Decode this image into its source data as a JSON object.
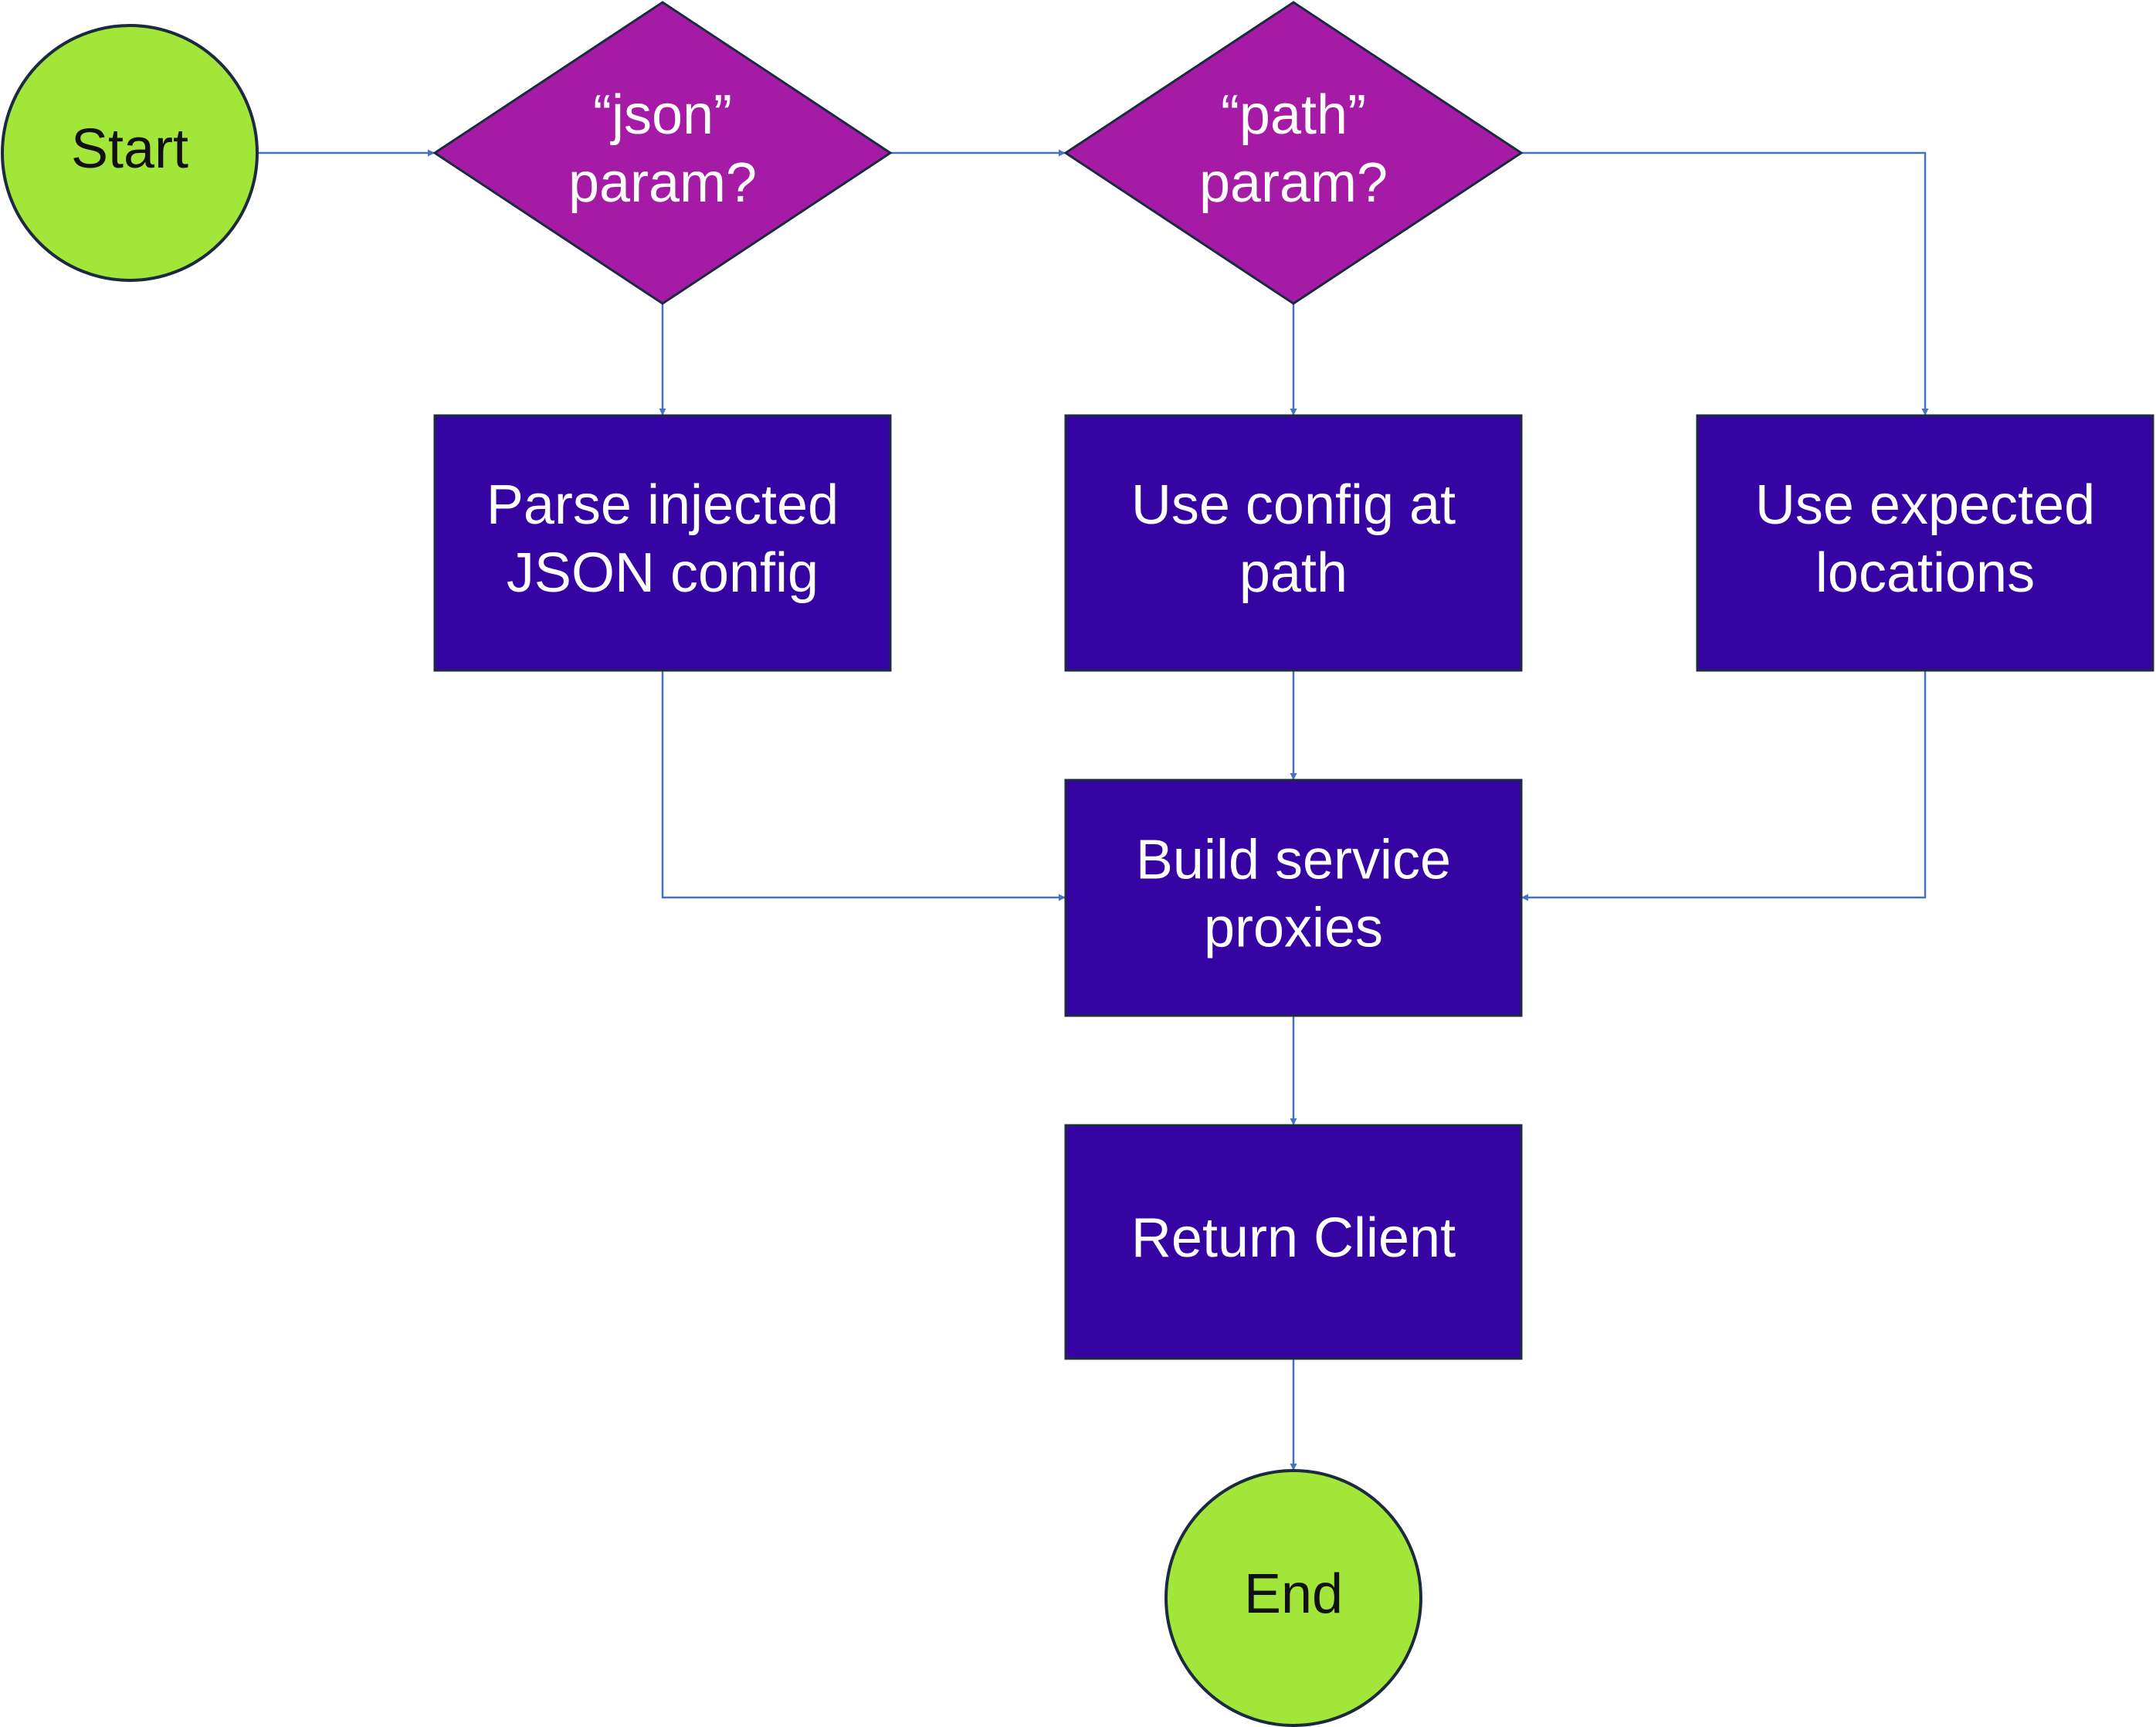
{
  "colors": {
    "terminal_fill": "#a3e63a",
    "terminal_stroke": "#1c2a40",
    "decision_fill": "#a61ba6",
    "decision_stroke": "#1c2a40",
    "process_fill": "#3604a2",
    "process_stroke": "#1c2a40",
    "connector": "#4472c4"
  },
  "nodes": {
    "start": {
      "shape": "terminal",
      "lines": [
        "Start"
      ]
    },
    "json_decision": {
      "shape": "decision",
      "lines": [
        "“json”",
        "param?"
      ]
    },
    "path_decision": {
      "shape": "decision",
      "lines": [
        "“path”",
        "param?"
      ]
    },
    "parse_json": {
      "shape": "process",
      "lines": [
        "Parse injected",
        "JSON config"
      ]
    },
    "use_path": {
      "shape": "process",
      "lines": [
        "Use config at",
        "path"
      ]
    },
    "use_expected": {
      "shape": "process",
      "lines": [
        "Use expected",
        "locations"
      ]
    },
    "build_proxies": {
      "shape": "process",
      "lines": [
        "Build service",
        "proxies"
      ]
    },
    "return_client": {
      "shape": "process",
      "lines": [
        "Return Client"
      ]
    },
    "end": {
      "shape": "terminal",
      "lines": [
        "End"
      ]
    }
  },
  "edges": [
    {
      "from": "start",
      "to": "json_decision"
    },
    {
      "from": "json_decision",
      "to": "path_decision"
    },
    {
      "from": "json_decision",
      "to": "parse_json"
    },
    {
      "from": "path_decision",
      "to": "use_path"
    },
    {
      "from": "path_decision",
      "to": "use_expected"
    },
    {
      "from": "parse_json",
      "to": "build_proxies"
    },
    {
      "from": "use_path",
      "to": "build_proxies"
    },
    {
      "from": "use_expected",
      "to": "build_proxies"
    },
    {
      "from": "build_proxies",
      "to": "return_client"
    },
    {
      "from": "return_client",
      "to": "end"
    }
  ]
}
